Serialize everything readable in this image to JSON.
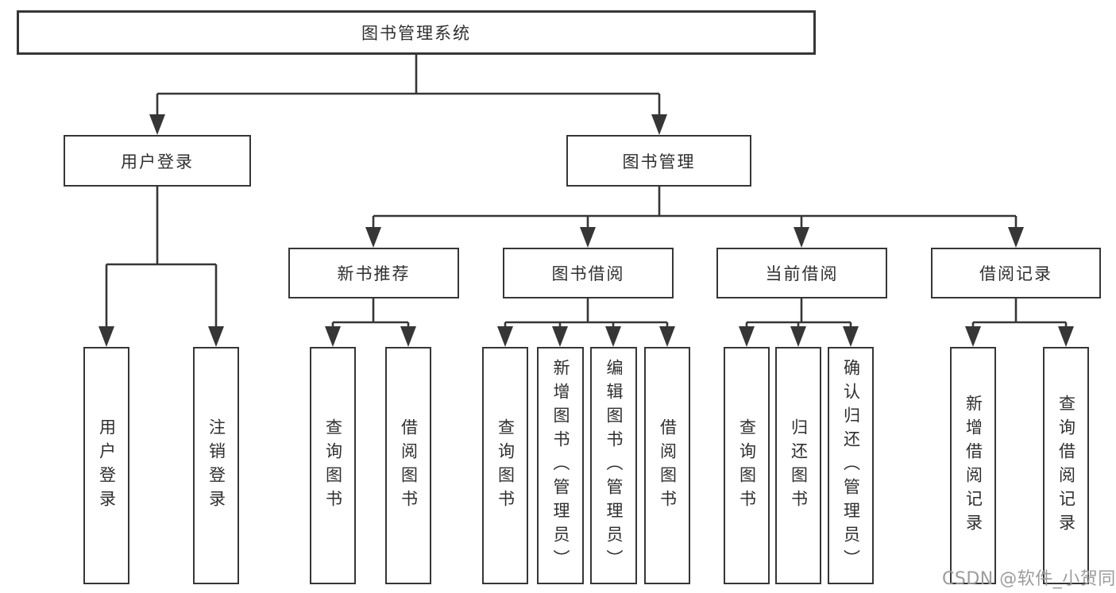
{
  "diagram_title": "图书管理系统",
  "nodes": {
    "root": "图书管理系统",
    "user_login": "用户登录",
    "book_mgmt": "图书管理",
    "new_book_rec": "新书推荐",
    "book_borrowing": "图书借阅",
    "current_borrowing": "当前借阅",
    "borrowing_records": "借阅记录",
    "user_login_leaf": "用户登录",
    "logout_leaf": "注销登录",
    "query_books_under_rec": "查询图书",
    "borrow_books_under_rec": "借阅图书",
    "query_books_under_borrowing": "查询图书",
    "add_books_admin": "新增图书（管理员）",
    "edit_books_admin": "编辑图书（管理员）",
    "borrow_books_under_borrowing": "借阅图书",
    "query_books_under_current": "查询图书",
    "return_books": "归还图书",
    "confirm_return_admin": "确认归还（管理员）",
    "add_borrow_record": "新增借阅记录",
    "query_borrow_record": "查询借阅记录"
  },
  "hierarchy": {
    "图书管理系统": {
      "用户登录": [
        "用户登录",
        "注销登录"
      ],
      "图书管理": {
        "新书推荐": [
          "查询图书",
          "借阅图书"
        ],
        "图书借阅": [
          "查询图书",
          "新增图书（管理员）",
          "编辑图书（管理员）",
          "借阅图书"
        ],
        "当前借阅": [
          "查询图书",
          "归还图书",
          "确认归还（管理员）"
        ],
        "借阅记录": [
          "新增借阅记录",
          "查询借阅记录"
        ]
      }
    }
  },
  "watermark": "CSDN @软件_小贺同学",
  "colors": {
    "line": "#363636",
    "box_border": "#363636",
    "text": "#2f2f2f",
    "watermark": "#9c9c9c",
    "background": "#ffffff"
  }
}
